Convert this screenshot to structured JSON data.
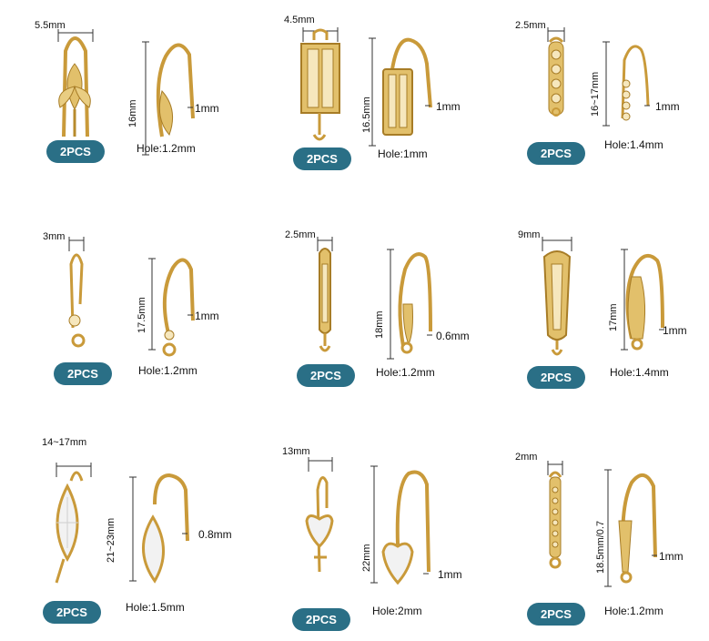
{
  "colors": {
    "badge": "#2a6f86",
    "gold": "#d8b45c",
    "gold_dark": "#b38a2e",
    "gold_light": "#f4dfa0"
  },
  "cells": [
    {
      "width": "5.5mm",
      "length": "16mm",
      "wire": "1mm",
      "hole": "Hole:1.2mm",
      "qty": "2PCS",
      "style": "leaf"
    },
    {
      "width": "4.5mm",
      "length": "16.5mm",
      "wire": "1mm",
      "hole": "Hole:1mm",
      "qty": "2PCS",
      "style": "double-bar"
    },
    {
      "width": "2.5mm",
      "length": "16~17mm",
      "wire": "1mm",
      "hole": "Hole:1.4mm",
      "qty": "2PCS",
      "style": "dots"
    },
    {
      "width": "3mm",
      "length": "17.5mm",
      "wire": "1mm",
      "hole": "Hole:1.2mm",
      "qty": "2PCS",
      "style": "single-stone"
    },
    {
      "width": "2.5mm",
      "length": "18mm",
      "wire": "0.6mm",
      "hole": "Hole:1.2mm",
      "qty": "2PCS",
      "style": "channel"
    },
    {
      "width": "9mm",
      "length": "17mm",
      "wire": "1mm",
      "hole": "Hole:1.4mm",
      "qty": "2PCS",
      "style": "pave"
    },
    {
      "width": "14~17mm",
      "length": "21~23mm",
      "wire": "0.8mm",
      "hole": "Hole:1.5mm",
      "qty": "2PCS",
      "style": "marquise"
    },
    {
      "width": "13mm",
      "length": "22mm",
      "wire": "1mm",
      "hole": "Hole:2mm",
      "qty": "2PCS",
      "style": "heart"
    },
    {
      "width": "2mm",
      "length": "18.5mm/0.7",
      "wire": "1mm",
      "hole": "Hole:1.2mm",
      "qty": "2PCS",
      "style": "bar"
    }
  ]
}
